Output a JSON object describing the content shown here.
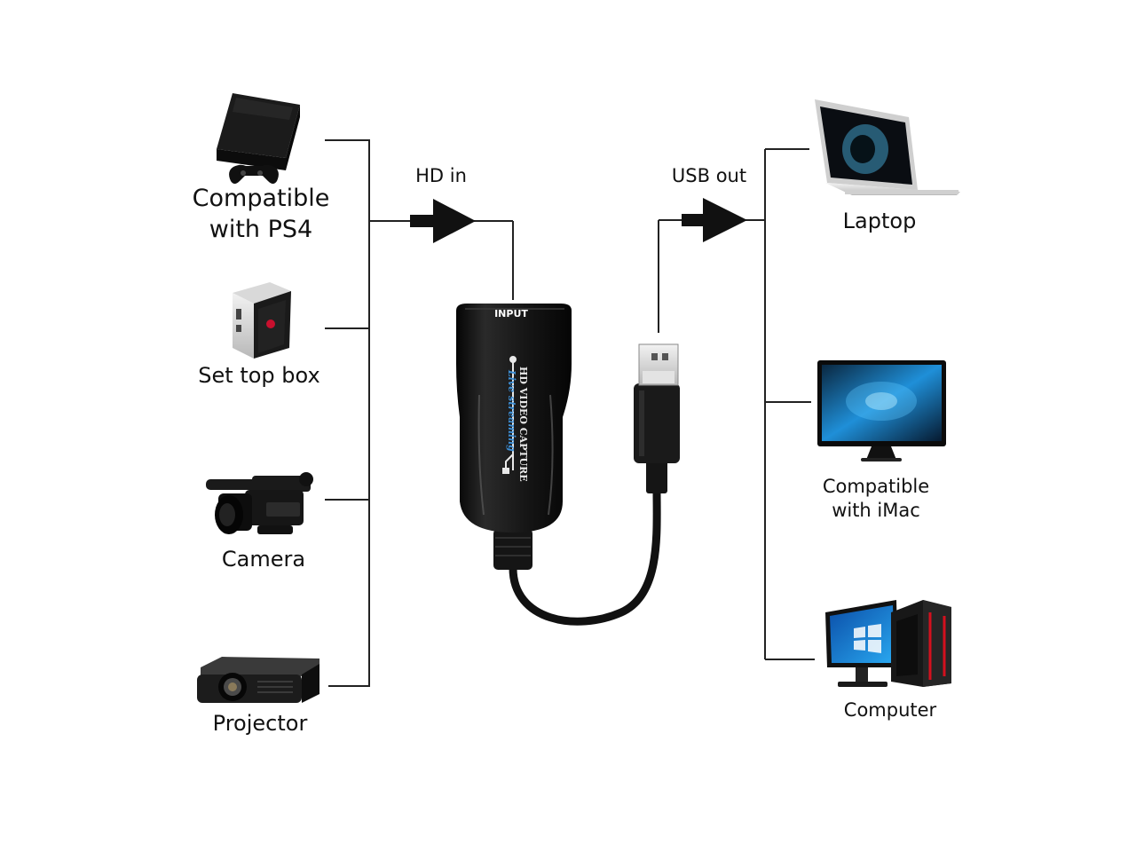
{
  "inputs": {
    "ps4": {
      "label_line1": "Compatible",
      "label_line2": "with PS4",
      "icon": "ps4-console-icon"
    },
    "set_top_box": {
      "label": "Set top box",
      "icon": "set-top-box-icon"
    },
    "camera": {
      "label": "Camera",
      "icon": "camcorder-icon"
    },
    "projector": {
      "label": "Projector",
      "icon": "projector-icon"
    }
  },
  "flow": {
    "hd_in": "HD in",
    "usb_out": "USB out"
  },
  "device": {
    "input_label": "INPUT",
    "name": "HD VIDEO CAPTURE",
    "subtitle": "Live streaming",
    "icon": "usb-trident-icon"
  },
  "outputs": {
    "laptop": {
      "label": "Laptop",
      "icon": "laptop-icon"
    },
    "imac": {
      "label_line1": "Compatible",
      "label_line2": "with iMac",
      "icon": "imac-icon"
    },
    "computer": {
      "label": "Computer",
      "icon": "desktop-computer-icon"
    }
  },
  "colors": {
    "line": "#222222",
    "device_body": "#141414",
    "accent_blue": "#3d8fd6"
  }
}
